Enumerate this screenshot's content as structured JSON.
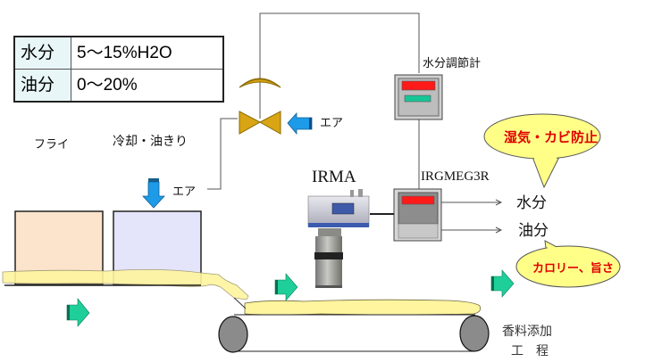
{
  "spec_table": {
    "rows": [
      {
        "key": "水分",
        "value": "5～15%H2O"
      },
      {
        "key": "油分",
        "value": "0～20%"
      }
    ]
  },
  "labels": {
    "fry": "フライ",
    "cooling": "冷却・油きり",
    "air_top": "エア",
    "air_bottom": "エア",
    "moisture_controller": "水分調節計",
    "irma": "IRMA",
    "irgmeg3r": "IRGMEG3R",
    "output_moisture": "水分",
    "output_oil": "油分",
    "next_process_line1": "香料添加",
    "next_process_line2": "工　程"
  },
  "callouts": {
    "top": "湿気・カビ防止",
    "bottom": "カロリー、旨さ"
  },
  "colors": {
    "valve_gold": "#d9a514",
    "air_arrow_blue": "#1e9be8",
    "flow_arrow_green": "#1fcf9a",
    "display_red": "#ff1a1a",
    "display_green": "#17c596",
    "callout_fill": "#ffff88",
    "callout_text": "#e00000",
    "product_yellow": "#fff59e",
    "fryer_fill": "#fbe3cc",
    "cooler_fill": "#e4e4fb"
  }
}
